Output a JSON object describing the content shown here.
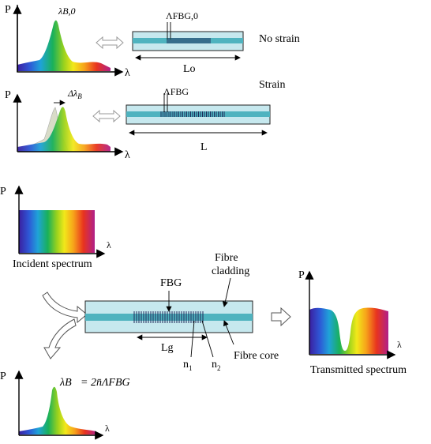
{
  "colors": {
    "cladding": "#c6e8ee",
    "core": "#4fb3bf",
    "grating": "#1d2a5a",
    "spectrum": [
      "#3b1fa0",
      "#2e57d6",
      "#1fa3d8",
      "#19b05a",
      "#9ad21d",
      "#f2e81a",
      "#f7a21a",
      "#e8341e",
      "#b0208a"
    ]
  },
  "axes": {
    "p": "P",
    "lambda": "λ"
  },
  "panel_no_strain": {
    "peak_label": "λB,0",
    "period_label": "ΛFBG,0",
    "length_label": "Lo",
    "state_label": "No strain"
  },
  "panel_strain": {
    "shift_label": "Δλ",
    "shift_sub": "B",
    "period_label": "ΛFBG",
    "length_label": "L",
    "state_label": "Strain"
  },
  "panel_incident": {
    "caption": "Incident spectrum"
  },
  "panel_fibre": {
    "fbg_label": "FBG",
    "cladding_label_line1": "Fibre",
    "cladding_label_line2": "cladding",
    "core_label": "Fibre core",
    "length_label": "Lg",
    "n1_label": "n",
    "n1_sub": "1",
    "n2_label": "n",
    "n2_sub": "2"
  },
  "panel_transmitted": {
    "caption": "Transmitted spectrum"
  },
  "panel_reflected": {
    "equation_lhs": "λB",
    "equation_rhs": "= 2n̄ΛFBG"
  },
  "icons": [
    "double-arrow-icon",
    "curved-arrow-icon",
    "right-arrow-icon"
  ]
}
